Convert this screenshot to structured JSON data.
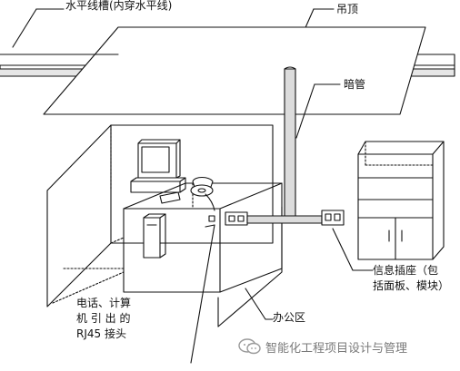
{
  "labels": {
    "horizontal_tray": "水平线槽(内穿水平线)",
    "ceiling": "吊顶",
    "conduit": "暗管",
    "outlet_line1": "信息插座（包",
    "outlet_line2": "括面板、模块）",
    "office_area": "办公区",
    "rj45_line1": "电话、计算",
    "rj45_line2": "机 引 出 的",
    "rj45_line3": "RJ45 接头"
  },
  "watermark": {
    "icon": "wechat-icon",
    "text": "智能化工程项目设计与管理"
  }
}
